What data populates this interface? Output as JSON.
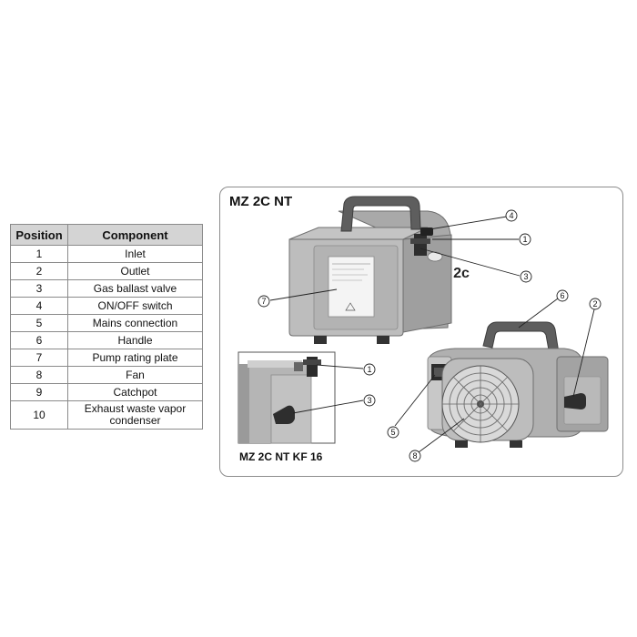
{
  "table": {
    "headers": {
      "position": "Position",
      "component": "Component"
    },
    "rows": [
      {
        "position": "1",
        "component": "Inlet"
      },
      {
        "position": "2",
        "component": "Outlet"
      },
      {
        "position": "3",
        "component": "Gas ballast valve"
      },
      {
        "position": "4",
        "component": "ON/OFF switch"
      },
      {
        "position": "5",
        "component": "Mains connection"
      },
      {
        "position": "6",
        "component": "Handle"
      },
      {
        "position": "7",
        "component": "Pump rating plate"
      },
      {
        "position": "8",
        "component": "Fan"
      },
      {
        "position": "9",
        "component": "Catchpot"
      },
      {
        "position": "10",
        "component": "Exhaust waste vapor condenser"
      }
    ]
  },
  "figure": {
    "title": "MZ 2C NT",
    "inset_title": "MZ 2C NT KF 16",
    "pump_model_mark": "2c",
    "callouts": [
      "4",
      "1",
      "3",
      "7",
      "6",
      "2",
      "1",
      "3",
      "5",
      "8"
    ]
  }
}
